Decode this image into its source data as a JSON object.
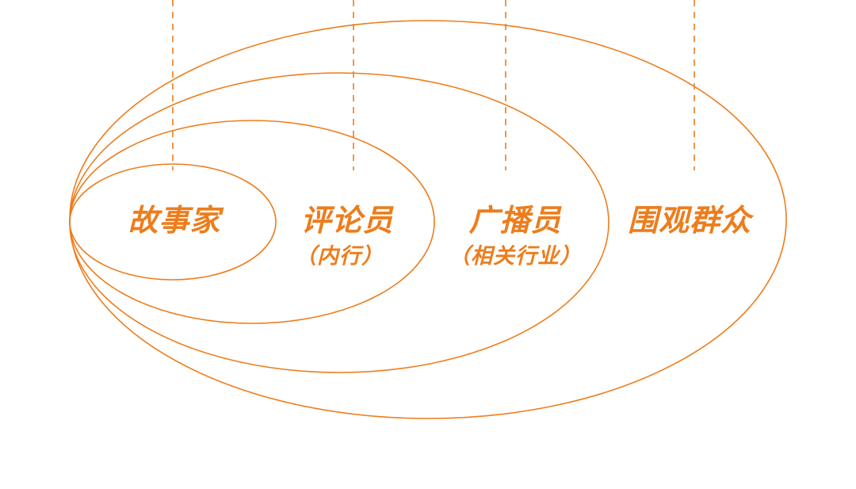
{
  "colors": {
    "accent": "#ED7D1C",
    "background": "#FFFFFF"
  },
  "diagram": {
    "type": "nested-ellipses",
    "rings": [
      {
        "id": "storyteller",
        "label": "故事家",
        "sublabel": ""
      },
      {
        "id": "commentator",
        "label": "评论员",
        "sublabel": "（内行）"
      },
      {
        "id": "broadcaster",
        "label": "广播员",
        "sublabel": "（相关行业）"
      },
      {
        "id": "onlookers",
        "label": "围观群众",
        "sublabel": ""
      }
    ]
  }
}
